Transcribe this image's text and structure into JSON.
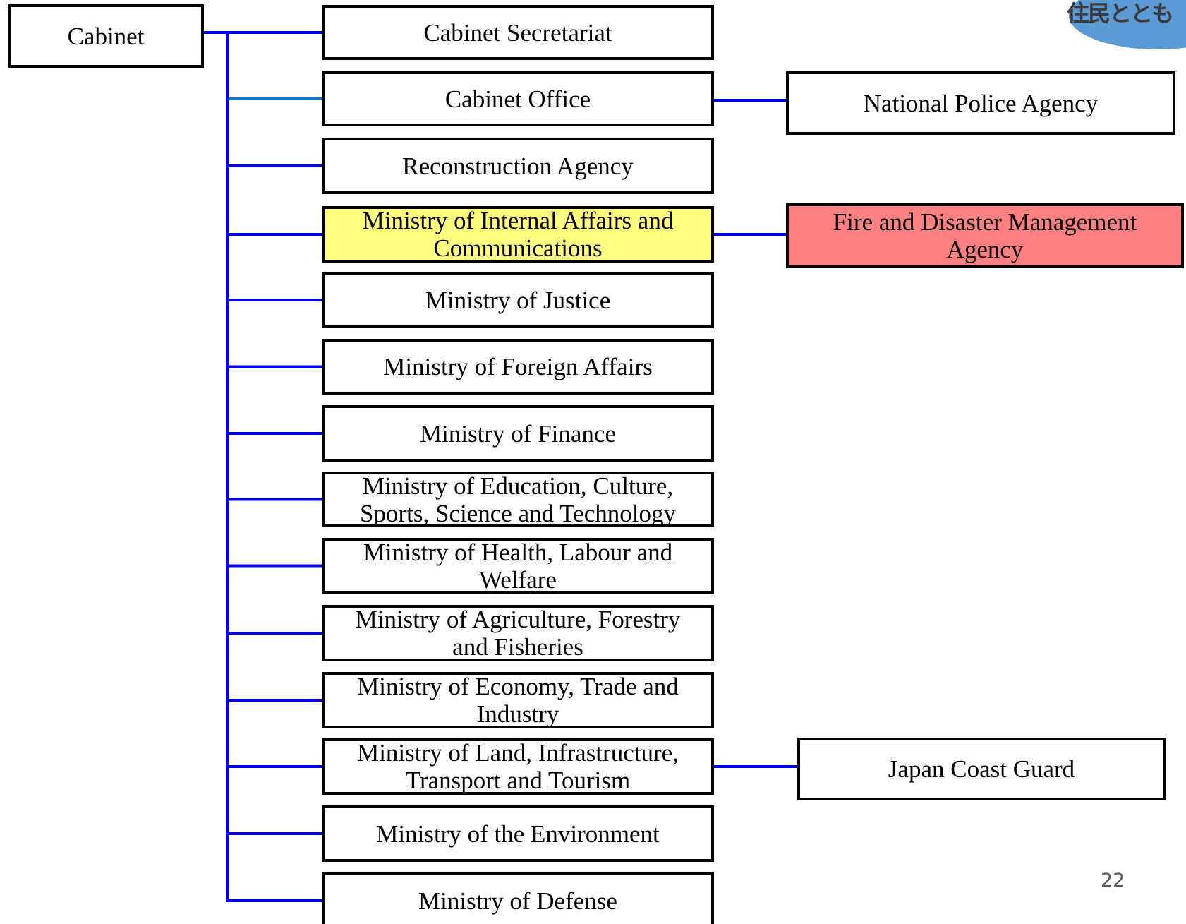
{
  "diagram": {
    "root": {
      "label": "Cabinet"
    },
    "ministries": [
      {
        "id": "cabinet-secretariat",
        "label": "Cabinet Secretariat"
      },
      {
        "id": "cabinet-office",
        "label": "Cabinet Office"
      },
      {
        "id": "reconstruction-agency",
        "label": "Reconstruction Agency"
      },
      {
        "id": "internal-affairs",
        "label": "Ministry of Internal Affairs and\nCommunications",
        "highlight": "#ffff80"
      },
      {
        "id": "justice",
        "label": "Ministry of Justice"
      },
      {
        "id": "foreign-affairs",
        "label": "Ministry of Foreign Affairs"
      },
      {
        "id": "finance",
        "label": "Ministry of  Finance"
      },
      {
        "id": "education",
        "label": "Ministry of Education, Culture,\nSports, Science and Technology"
      },
      {
        "id": "health",
        "label": "Ministry of Health, Labour and\nWelfare"
      },
      {
        "id": "agriculture",
        "label": "Ministry of Agriculture, Forestry\nand Fisheries"
      },
      {
        "id": "economy",
        "label": "Ministry of Economy, Trade and\nIndustry"
      },
      {
        "id": "land",
        "label": "Ministry of Land, Infrastructure,\nTransport and Tourism"
      },
      {
        "id": "environment",
        "label": "Ministry of the Environment"
      },
      {
        "id": "defense",
        "label": "Ministry of Defense"
      }
    ],
    "agencies": [
      {
        "id": "police",
        "label": "National Police Agency",
        "parent": "cabinet-office"
      },
      {
        "id": "fire",
        "label": "Fire and Disaster Management\nAgency",
        "parent": "internal-affairs",
        "highlight": "#ff8080"
      },
      {
        "id": "coast-guard",
        "label": "Japan Coast Guard",
        "parent": "land"
      }
    ]
  },
  "logo": {
    "text": "住民ととも",
    "color": "#5b9bd5"
  },
  "page_number": "22",
  "colors": {
    "connector": "#0000ee",
    "connector_alt": "#1a74c4",
    "box_border": "#000000"
  }
}
